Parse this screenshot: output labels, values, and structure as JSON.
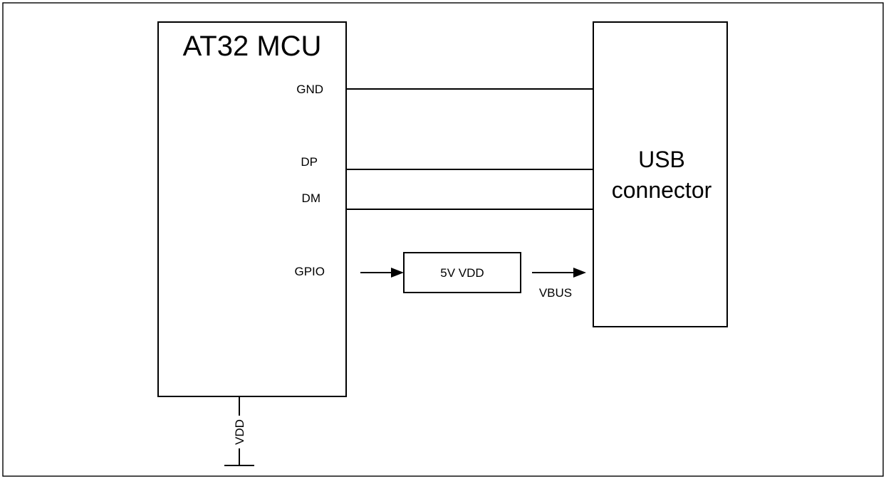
{
  "mcu": {
    "title": "AT32 MCU",
    "pins": {
      "gnd": "GND",
      "dp": "DP",
      "dm": "DM",
      "gpio": "GPIO"
    },
    "supply_label": "VDD"
  },
  "usb_connector": {
    "line1": "USB",
    "line2": "connector"
  },
  "regulator": {
    "label": "5V VDD"
  },
  "vbus_label": "VBUS",
  "colors": {
    "stroke": "#000000",
    "background": "#ffffff"
  }
}
